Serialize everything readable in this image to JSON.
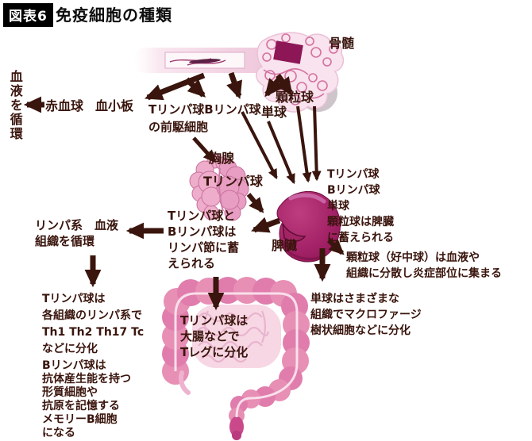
{
  "header": {
    "badge": "図表6",
    "title": "免疫細胞の種類"
  },
  "palette": {
    "ink": "#3a150d",
    "title_black": "#0d0d0d",
    "colon_pink": "#e78fb4",
    "colon_dark_pink": "#e07dac",
    "small_intestine_pink": "#f7d7e4",
    "spleen_magenta": "#9c1a5c",
    "thymus_pink": "#eca9c9",
    "bone_light_pink": "#f8e3ee",
    "bone_mesh_pink": "#d5719f",
    "marrow_dark": "#8d1756",
    "cartilage_gray": "#cdc5ca"
  },
  "organs": {
    "bone_marrow": "骨髄",
    "thymus": "胸腺",
    "spleen": "脾臓"
  },
  "cells": {
    "rbc": "赤血球",
    "platelet": "血小板",
    "precursor": "Tリンパ球Bリンパ球\nの前駆細胞",
    "granulocyte": "顆粒球",
    "monocyte": "単球",
    "thymus_t_cell": "Tリンパ球"
  },
  "notes": {
    "circulate_blood": "血液を循環",
    "lymph_node_store": "Tリンパ球と\nBリンパ球は\nリンパ節に蓄\nえられる",
    "circulate_lymph": "リンパ系　血液\n組織を循環",
    "t_differentiation": "Tリンパ球は\n各組織のリンパ系で\nTh1 Th2 Th17 Tc\nなどに分化",
    "b_differentiation": "Bリンパ球は\n抗体産生能を持つ\n形質細胞や\n抗原を記憶する\nメモリーB細胞\nになる",
    "treg": "Tリンパ球は\n大腸などで\nTレグに分化",
    "spleen_store": "Tリンパ球\nBリンパ球\n単球\n顆粒球は脾臓\nに蓄えられる",
    "neutrophil": "顆粒球（好中球）は血液や\n組織に分散し炎症部位に集まる",
    "monocyte_diff": "単球はさまざまな\n組織でマクロファージ\n樹状細胞などに分化"
  }
}
